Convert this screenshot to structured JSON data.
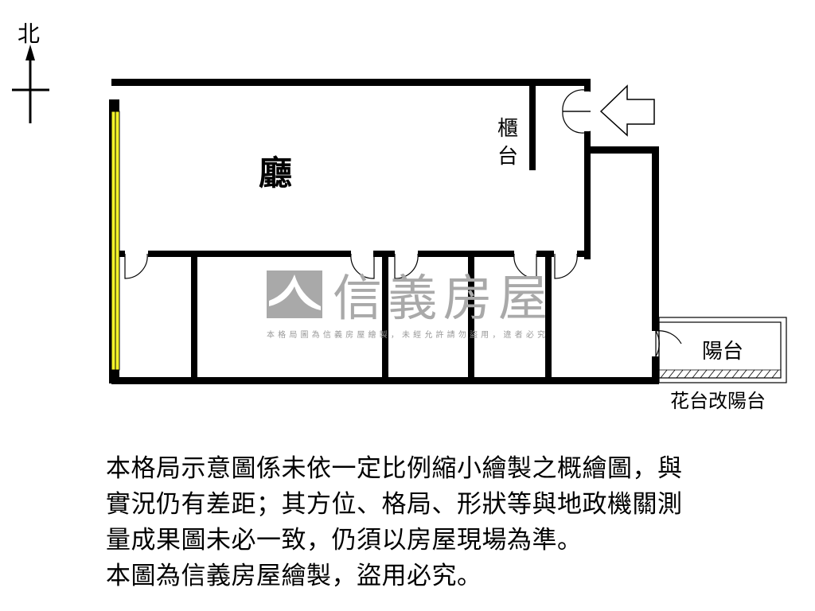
{
  "compass": {
    "north_label": "北",
    "icon": "north-arrow-icon"
  },
  "rooms": {
    "living": "廳",
    "counter_line1": "櫃",
    "counter_line2": "台",
    "balcony": "陽台",
    "planter_note": "花台改陽台"
  },
  "entrance": {
    "icon": "entrance-arrow-icon"
  },
  "watermark": {
    "brand": "信義房屋",
    "notice": "本格局圖為信義房屋繪製，未經允許請勿盜用，違者必究"
  },
  "notes": [
    "本格局示意圖係未依一定比例縮小繪製之概繪圖，與",
    "實況仍有差距；其方位、格局、形狀等與地政機關測",
    "量成果圖未必一致，仍須以房屋現場為準。",
    "本圖為信義房屋繪製，盜用必究。"
  ],
  "colors": {
    "wall": "#000000",
    "window": "#f2f22a",
    "watermark": "#a9a9a9"
  }
}
